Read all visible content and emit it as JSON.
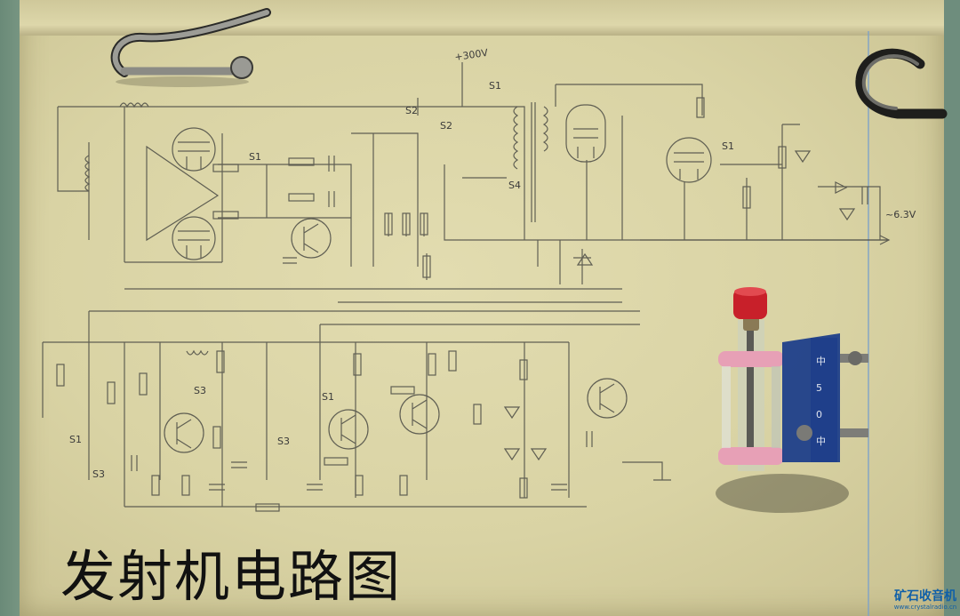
{
  "title": "发射机电路图",
  "voltage_label": "+300V",
  "filament_label": "~6.3V",
  "switch_labels": [
    "S1",
    "S2",
    "S3",
    "S4"
  ],
  "watermark": {
    "main": "矿石收音机",
    "sub": "www.crystalradio.cn"
  },
  "colors": {
    "paper": "#ddd7aa",
    "ink": "#3a3a3a",
    "capacitor_cap_red": "#c8202a",
    "capacitor_ring_pink": "#e7a0b6",
    "bracket_blue": "#1f3f8a",
    "watermark_blue": "#0f5fa8"
  },
  "objects": {
    "top_left_clip": "metal-hook-clip",
    "top_right_clip": "metal-hook-clip",
    "component": "variable-capacitor"
  }
}
